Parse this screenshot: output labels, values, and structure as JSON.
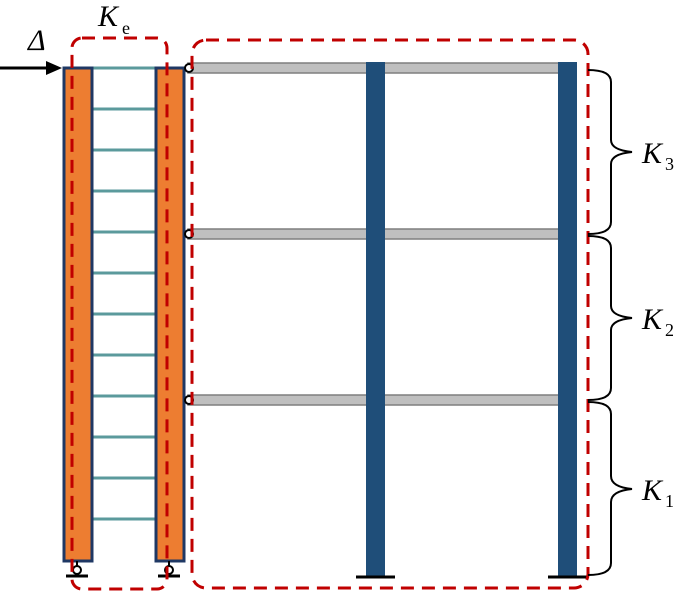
{
  "labels": {
    "delta": "Δ",
    "ke_main": "K",
    "ke_sub": "e",
    "k3_main": "K",
    "k3_sub": "3",
    "k2_main": "K",
    "k2_sub": "2",
    "k1_main": "K",
    "k1_sub": "1"
  },
  "colors": {
    "wall": "#ED7D31",
    "wall_border": "#1F3864",
    "rung": "#5B9A9C",
    "column": "#1F4E79",
    "beam": "#BFBFBF",
    "beam_border": "#7F7F7F",
    "dashed_box": "#C00000",
    "support": "#000000"
  }
}
